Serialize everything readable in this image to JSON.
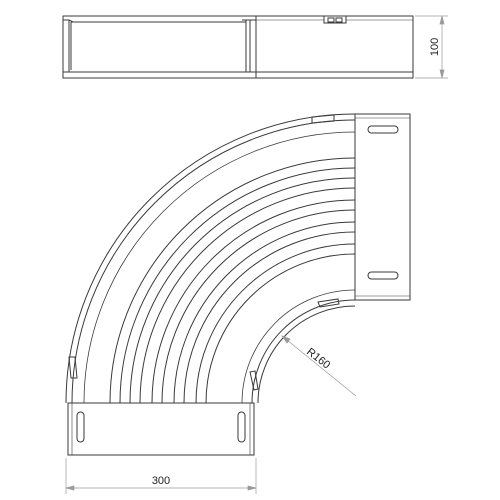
{
  "drawing": {
    "height_dim": "100",
    "width_dim": "300",
    "radius_dim": "R160",
    "colors": {
      "stroke": "#3a3a3a",
      "dim_line": "#9a9a9a",
      "background": "#ffffff"
    }
  }
}
